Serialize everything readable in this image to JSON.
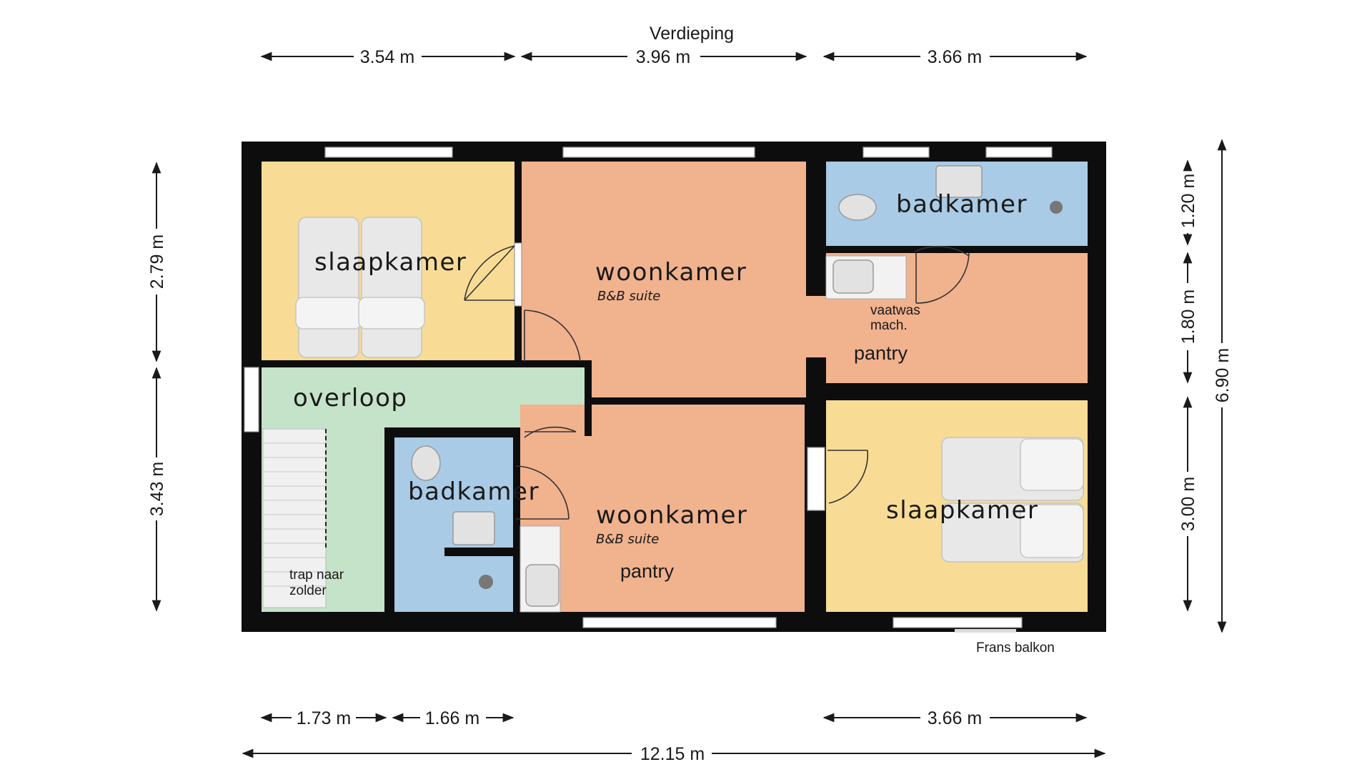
{
  "title": "Verdieping",
  "dimensions": {
    "top": [
      "3.54 m",
      "3.96 m",
      "3.66 m"
    ],
    "bottom": [
      "1.73 m",
      "1.66 m",
      "3.66 m"
    ],
    "total_width": "12.15 m",
    "left": [
      "2.79 m",
      "3.43 m"
    ],
    "right": [
      "1.20 m",
      "1.80 m",
      "3.00 m"
    ],
    "total_depth": "6.90 m"
  },
  "rooms": {
    "slaapkamer_nw": "slaapkamer",
    "woonkamer_n": "woonkamer",
    "woonkamer_n_sub": "B&B suite",
    "badkamer_ne": "badkamer",
    "vaatwas_1": "vaatwas",
    "vaatwas_2": "mach.",
    "pantry_e": "pantry",
    "overloop": "overloop",
    "badkamer_sw": "badkamer",
    "woonkamer_s": "woonkamer",
    "woonkamer_s_sub": "B&B suite",
    "pantry_s": "pantry",
    "slaapkamer_se": "slaapkamer",
    "trap_1": "trap naar",
    "trap_2": "zolder",
    "balkon": "Frans balkon"
  },
  "colors": {
    "bedroom": "#f8dc95",
    "living": "#f1b28e",
    "bathroom": "#a9cbe5",
    "hallway": "#c5e3c8",
    "wall": "#0d0d0d"
  }
}
